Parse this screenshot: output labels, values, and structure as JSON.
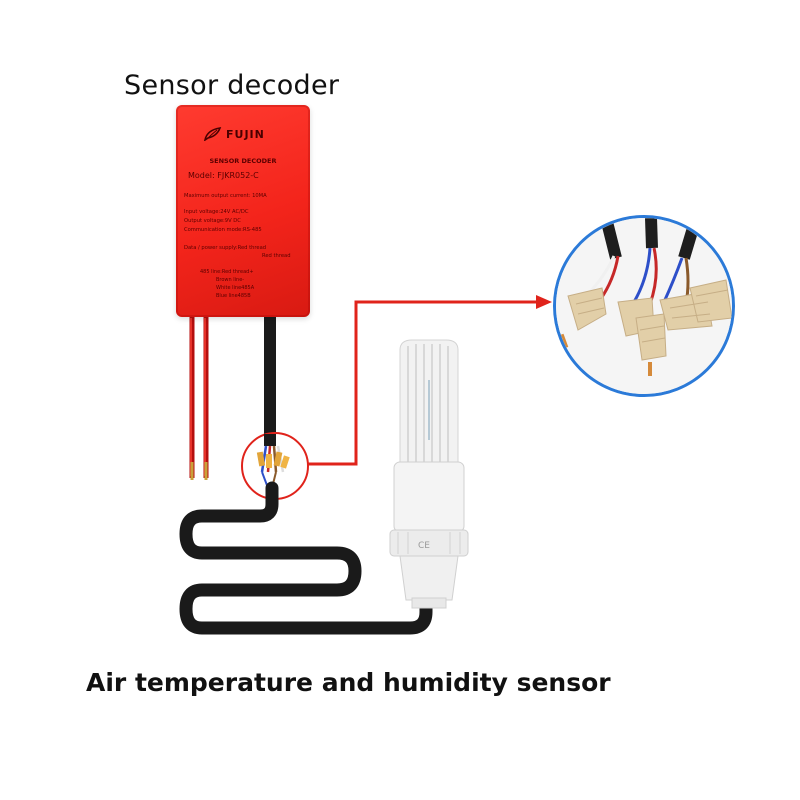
{
  "labels": {
    "top_title": "Sensor decoder",
    "bottom_title": "Air temperature and humidity sensor"
  },
  "decoder": {
    "brand": "FUJIN",
    "header": "SENSOR DECODER",
    "model": "Model:  FJKR052-C",
    "max_current": "Maximum output current:  10MA",
    "input_voltage": "Input voltage:24V AC/DC",
    "output_voltage": "Output voltage:9V DC",
    "communication_mode": "Communication mode:RS-485",
    "data_power_line1": "Data / power supply:Red thread",
    "data_power_line2": "Red thread",
    "line_485_1": "485 line:Red thread+",
    "line_485_2": "Brown line-",
    "line_485_3": "White line485A",
    "line_485_4": "Blue line485B"
  },
  "sensor": {
    "mark": "CE"
  },
  "colors": {
    "decoder_red": "#f3241b",
    "arrow_red": "#e0231b",
    "circle_blue": "#2b7ad8",
    "cable_black": "#1a1a1a",
    "sensor_white": "#f2f2f2"
  }
}
